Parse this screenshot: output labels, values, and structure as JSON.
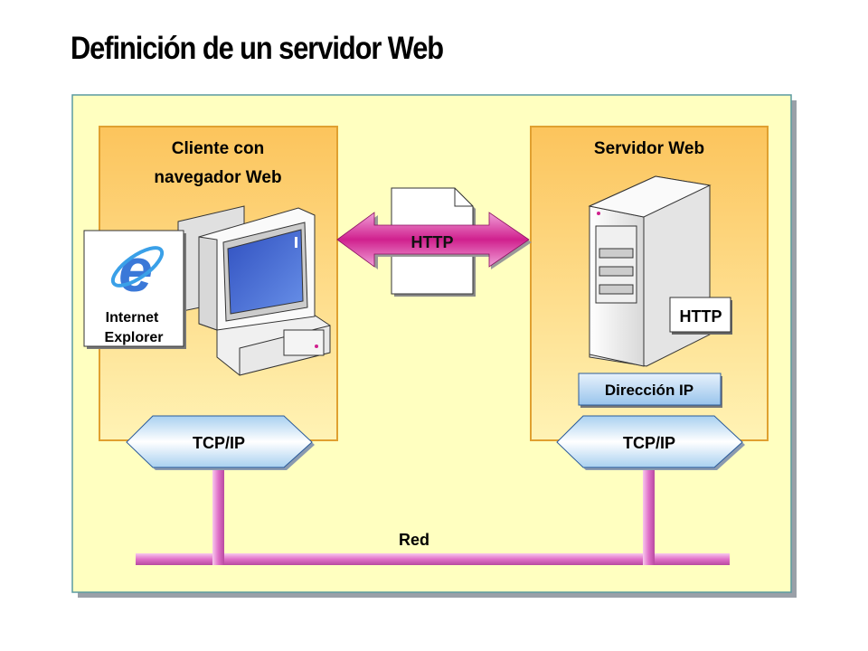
{
  "title": "Definición de un servidor Web",
  "client": {
    "label_line1": "Cliente con",
    "label_line2": "navegador Web",
    "ie_line1": "Internet",
    "ie_line2": "Explorer",
    "protocol": "TCP/IP"
  },
  "server": {
    "label": "Servidor Web",
    "http_badge": "HTTP",
    "ip_label": "Dirección IP",
    "protocol": "TCP/IP"
  },
  "connection": {
    "label": "HTTP"
  },
  "network": {
    "label": "Red"
  },
  "colors": {
    "panel": "#ffffc0",
    "box_top": "#fcc45c",
    "box_bottom": "#fff3b5",
    "box_border": "#e0a030",
    "pipe": "#e07ad0",
    "arrow": "#d0208e"
  }
}
